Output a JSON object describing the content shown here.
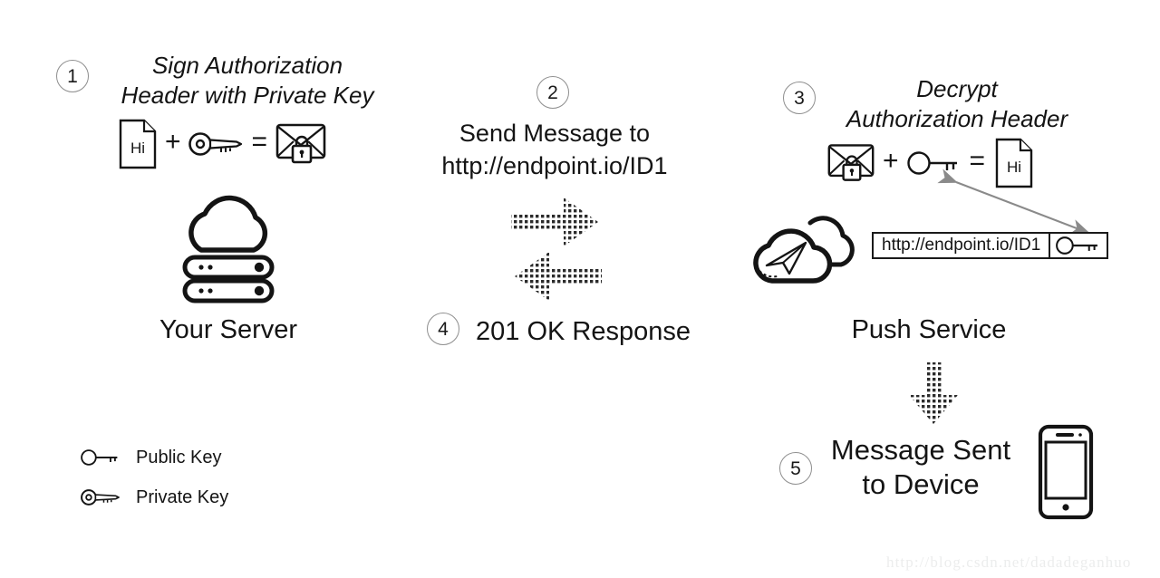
{
  "diagram": {
    "title": "Web Push encryption flow",
    "background": "#ffffff",
    "ink": "#141414",
    "badge_border": "#8e8e8e",
    "arrow_gray": "#8a8a8a",
    "watermark_color": "#eceded"
  },
  "steps": [
    {
      "number": "1",
      "caption": "Sign Authorization\nHeader with Private Key",
      "italic": true,
      "equation": {
        "left_icon": "document-icon",
        "left_icon_text": "Hi",
        "op1": "+",
        "middle_icon": "private-key-icon",
        "op2": "=",
        "right_icon": "locked-envelope-icon"
      },
      "node_label": "Your Server",
      "node_icon": "server-cloud-icon"
    },
    {
      "number": "2",
      "caption": "Send Message to\nhttp://endpoint.io/ID1",
      "italic": false,
      "arrow_right": "dotted-arrow-right",
      "arrow_left": "dotted-arrow-left"
    },
    {
      "number": "3",
      "caption": "Decrypt\nAuthorization Header",
      "italic": true,
      "equation": {
        "left_icon": "locked-envelope-icon",
        "op1": "+",
        "middle_icon": "public-key-icon",
        "op2": "=",
        "right_icon": "document-icon",
        "right_icon_text": "Hi"
      },
      "node_label": "Push Service",
      "node_icon": "push-cloud-icon",
      "table": {
        "url": "http://endpoint.io/ID1",
        "key_icon": "public-key-icon"
      },
      "link_arrow": "double-headed-gray-arrow"
    },
    {
      "number": "4",
      "caption": "201 OK Response",
      "italic": false
    },
    {
      "number": "5",
      "caption": "Message Sent\nto Device",
      "italic": false,
      "arrow_down": "dotted-arrow-down",
      "device_icon": "smartphone-icon"
    }
  ],
  "legend": {
    "items": [
      {
        "icon": "public-key-icon",
        "label": "Public Key"
      },
      {
        "icon": "private-key-icon",
        "label": "Private Key"
      }
    ]
  },
  "watermark": {
    "text": "http://blog.csdn.net/dadadeganhuo"
  }
}
